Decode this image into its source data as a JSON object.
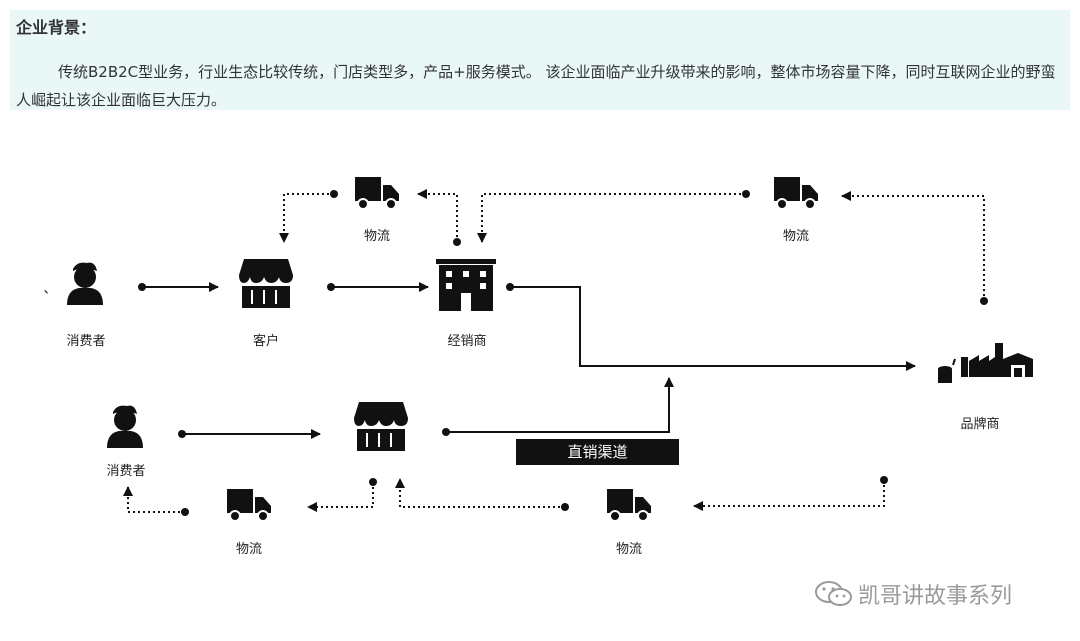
{
  "background": {
    "title": "企业背景：",
    "text": "传统B2B2C型业务，行业生态比较传统，门店类型多，产品+服务模式。 该企业面临产业升级带来的影响，整体市场容量下降，同时互联网企业的野蛮人崛起让该企业面临巨大压力。"
  },
  "nodes": {
    "consumer_top": "消费者",
    "customer": "客户",
    "distributor": "经销商",
    "brand": "品牌商",
    "consumer_bottom": "消费者",
    "logistics_1": "物流",
    "logistics_2": "物流",
    "logistics_3": "物流",
    "logistics_4": "物流"
  },
  "channel_label": "直销渠道",
  "watermark": "凯哥讲故事系列",
  "stray_mark": "、",
  "colors": {
    "background_box": "#e9f7f7",
    "ink": "#111111",
    "watermark": "#9a9a9a"
  },
  "icons": [
    "person-icon",
    "store-icon",
    "truck-icon",
    "building-icon",
    "factory-icon"
  ]
}
